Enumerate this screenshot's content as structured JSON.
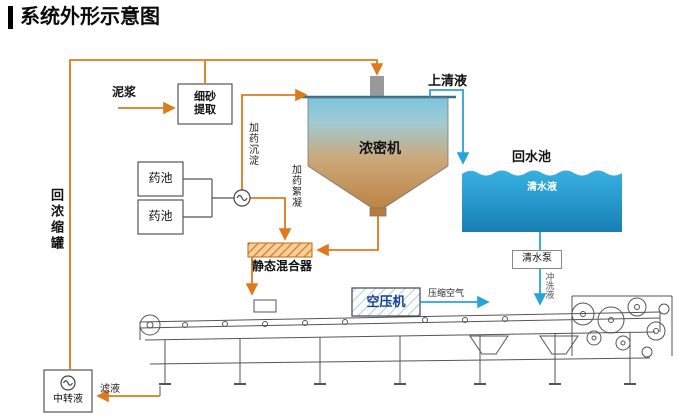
{
  "title": "系统外形示意图",
  "labels": {
    "mud": "泥浆",
    "sand_extraction_line1": "细砂",
    "sand_extraction_line2": "提取",
    "supernatant": "上清液",
    "thickener": "浓密机",
    "return_pool": "回水池",
    "clear_water": "清水液",
    "clear_water_pump": "清水泵",
    "flush_liquid": "冲洗液",
    "chem_tank_1": "药池",
    "chem_tank_2": "药池",
    "dosing_sedimentation": "加药沉淀",
    "dosing_flocculation": "加药絮凝",
    "static_mixer": "静态混合器",
    "air_compressor": "空压机",
    "compressed_air": "压缩空气",
    "return_concentrate_tank": "回浓缩罐",
    "transfer_liquid": "中转液",
    "filtrate": "滤液"
  },
  "colors": {
    "slurry_line": "#de7a1c",
    "water_line": "#2aa3d8",
    "pool_fill": "#2aa0d4",
    "machine_line": "#555555"
  }
}
